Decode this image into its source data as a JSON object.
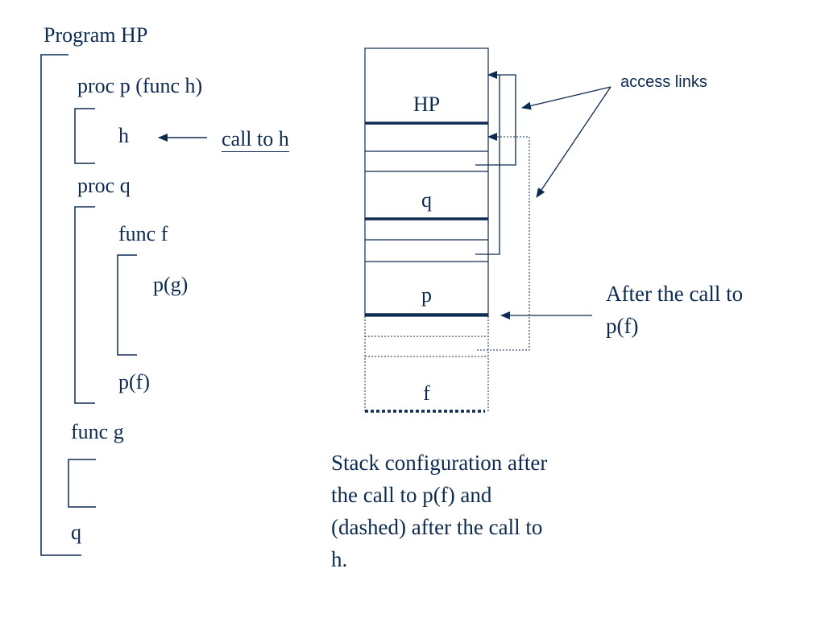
{
  "program": {
    "title": "Program HP",
    "proc_p": "proc p (func h)",
    "h": "h",
    "call_to_h": "call to h",
    "proc_q": "proc q",
    "func_f": "func f",
    "p_g": "p(g)",
    "p_f": "p(f)",
    "func_g": "func g",
    "q": "q"
  },
  "stack": {
    "frames": [
      "HP",
      "q",
      "p",
      "f"
    ],
    "access_links_label": "access links",
    "after_call_label": "After the call to p(f)"
  },
  "caption": "Stack configuration after the call to p(f) and (dashed) after the call to h.",
  "colors": {
    "ink": "#0d2a50"
  }
}
